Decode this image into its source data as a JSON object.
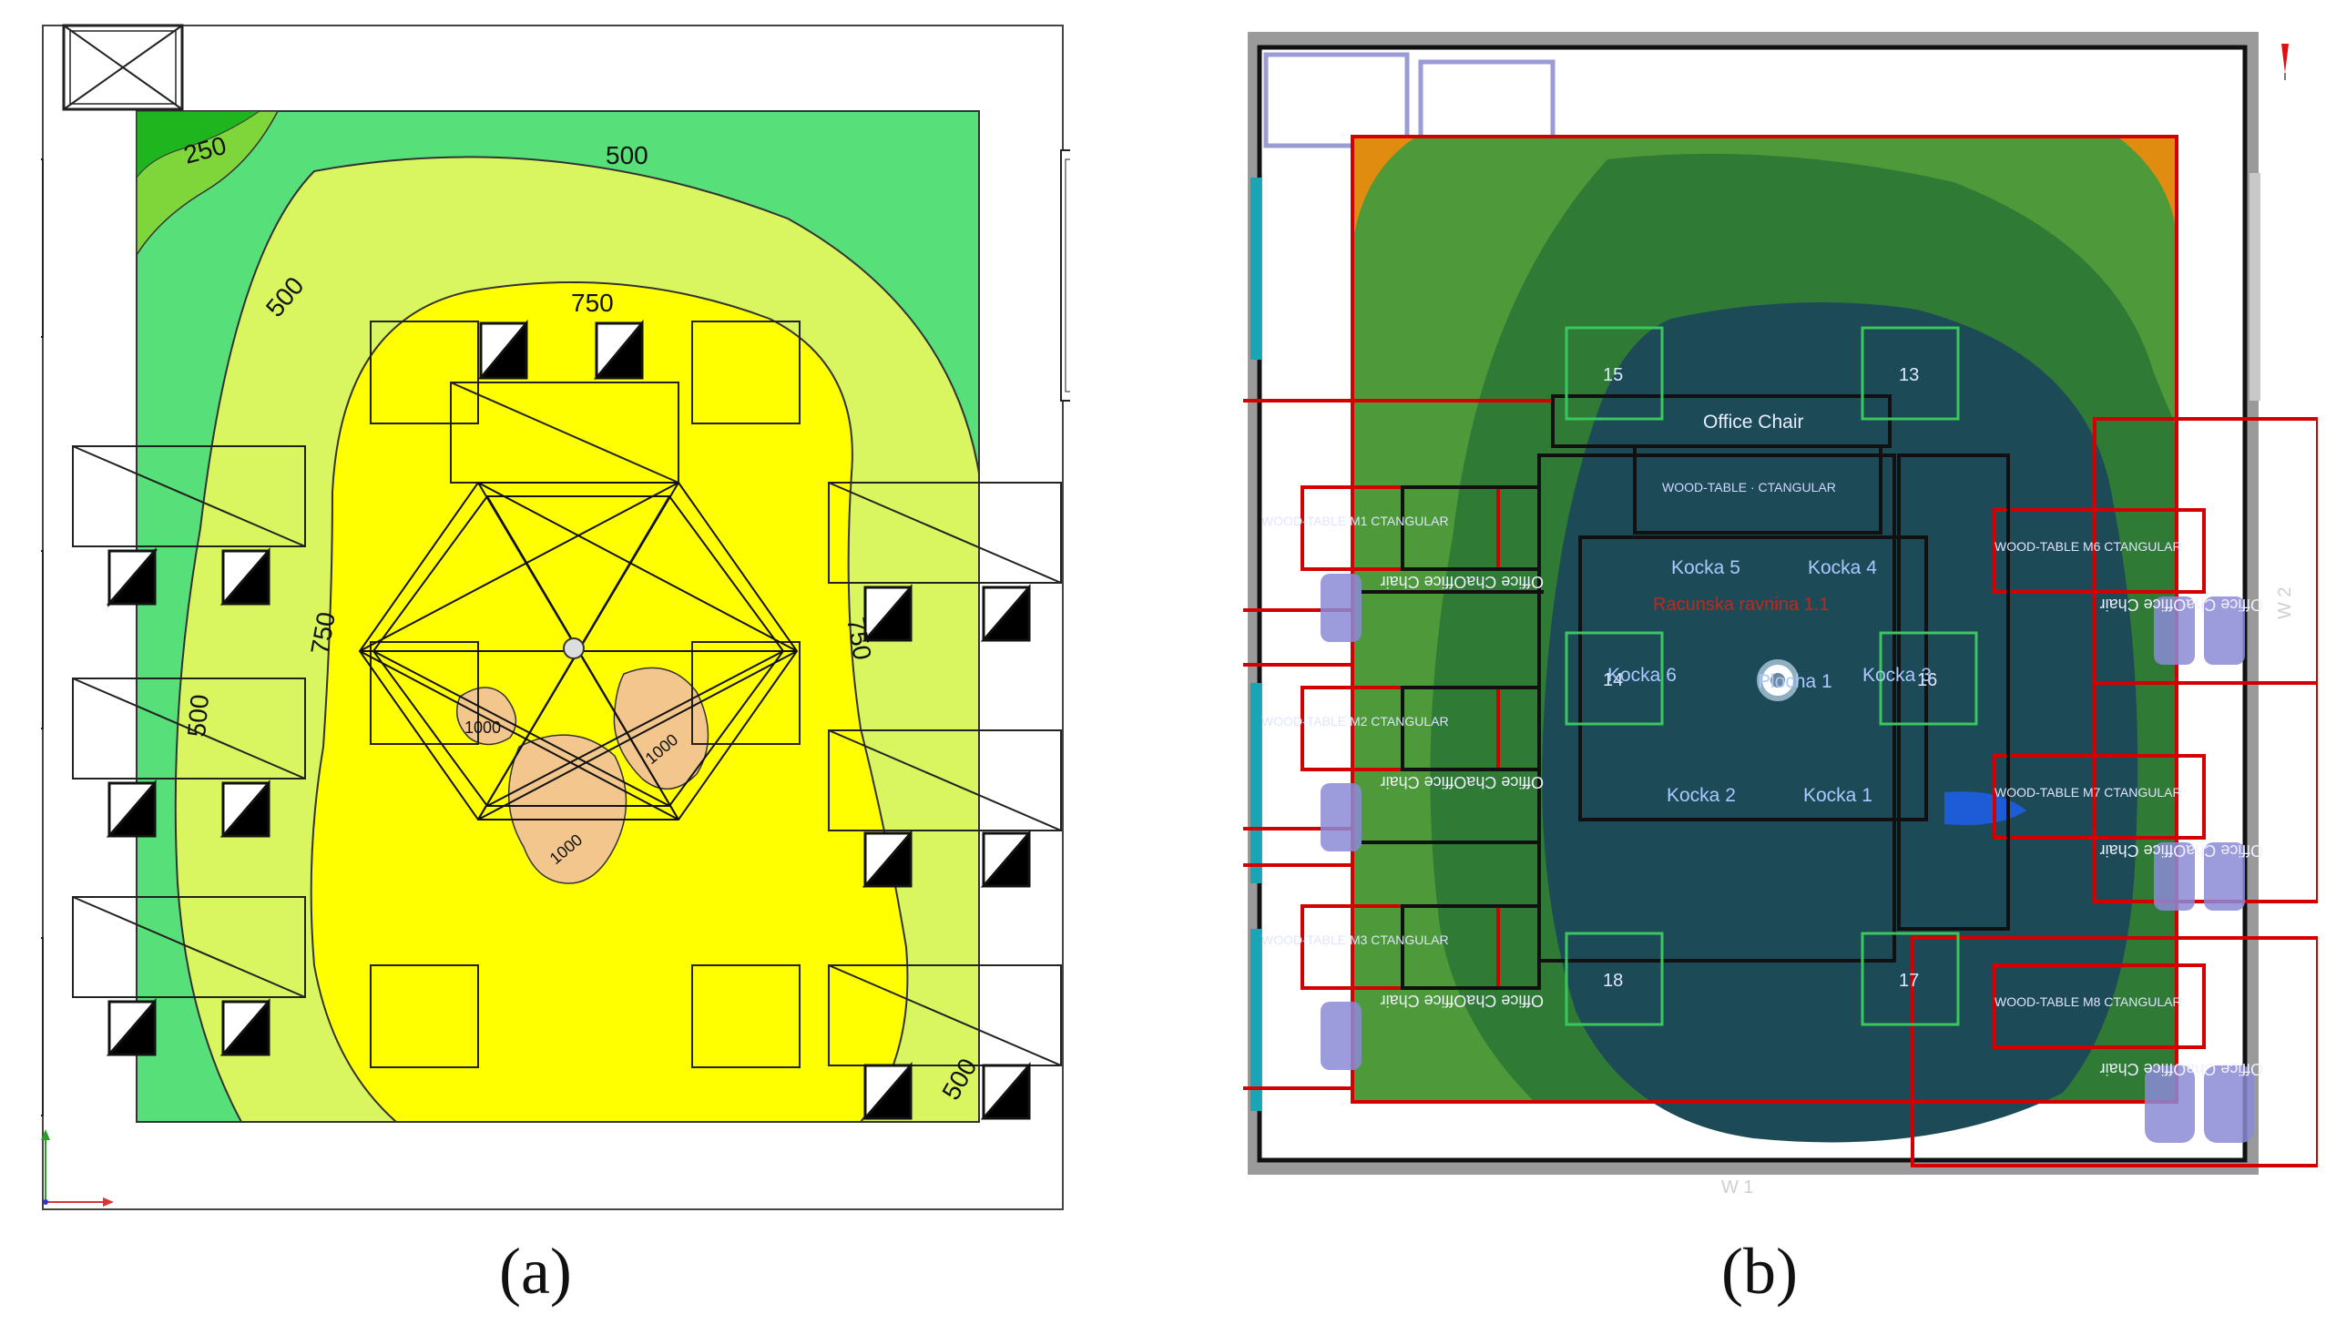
{
  "panel_a": {
    "caption": "(a)",
    "contour_labels": {
      "c250": "250",
      "c500_top": "500",
      "c500_left_upper": "500",
      "c500_left_lower": "500",
      "c500_bottom_right": "500",
      "c750_top": "750",
      "c750_left": "750",
      "c750_right": "750",
      "c1000_a": "1000",
      "c1000_b": "1000",
      "c1000_c": "1000"
    },
    "colors": {
      "below_250": "#7fd63a",
      "250_500": "#57e07a",
      "500_750": "#d9f55f",
      "750_1000": "#ffff00",
      "above_1000": "#f2c68c"
    }
  },
  "panel_b": {
    "caption": "(b)",
    "labels": {
      "chair_15": "15",
      "chair_13": "13",
      "chair_14": "14",
      "chair_16": "16",
      "chair_18": "18",
      "chair_17": "17",
      "office_chair": "Office Chair",
      "wood_table_center": "WOOD-TABLE  ·  CTANGULAR",
      "m1": "WOOD-TABLE M1 CTANGULAR",
      "m2": "WOOD-TABLE M2 CTANGULAR",
      "m3": "WOOD-TABLE M3 CTANGULAR",
      "m6": "WOOD-TABLE M6 CTANGULAR",
      "m7": "WOOD-TABLE M7 CTANGULAR",
      "m8": "WOOD-TABLE M8 CTANGULAR",
      "oc_left_1": "Office ChaOffice Chair",
      "oc_left_2": "Office ChaOffice Chair",
      "oc_left_3": "Office ChaOffice Chair",
      "oc_right_1": "Office ChaOffice Chair",
      "oc_right_2": "Office ChaOffice Chair",
      "oc_right_3": "Office ChaOffice Chair",
      "kocka_5": "Kocka 5",
      "kocka_4": "Kocka 4",
      "kocka_6": "Kocka 6",
      "kocka_3": "Kocka 3",
      "kocka_2": "Kocka 2",
      "kocka_1": "Kocka 1",
      "plocha": "Plocha 1",
      "racunska": "Racunska ravnina 1.1",
      "wall_w1": "W 1",
      "wall_w2": "W 2"
    }
  }
}
